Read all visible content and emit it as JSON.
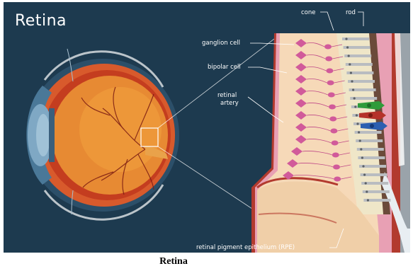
{
  "title": "Retina",
  "caption": "Retina",
  "labels": {
    "cone": "cone",
    "rod": "rod",
    "ganglion": "ganglion cell",
    "bipolar": "bipolar cell",
    "artery_line1": "retinal",
    "artery_line2": "artery",
    "rpe": "retinal pigment epithelium (RPE)"
  },
  "colors": {
    "background": "#1d3a4f",
    "retina_tissue": "#f6d9b8",
    "cell_pink": "#d15a9a",
    "rod_gray": "#b9bcc0",
    "cone_green": "#2e9b3a",
    "cone_red": "#b5322a",
    "cone_blue": "#2c5fb0",
    "vessel_red": "#c0392b"
  }
}
